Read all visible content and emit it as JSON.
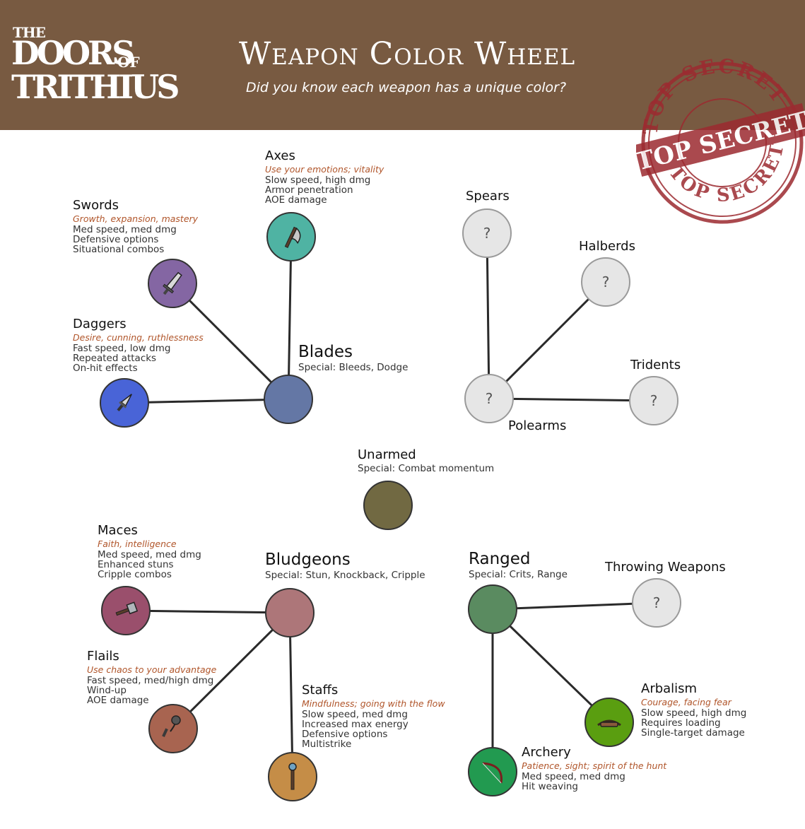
{
  "header": {
    "logo_the": "THE",
    "logo_doors": "DOORS",
    "logo_of": "OF",
    "logo_trithius": "TRITHIUS",
    "title": "Weapon Color Wheel",
    "subtitle": "Did you know each weapon has a unique color?",
    "stamp_text_top": "TOP SECRET",
    "stamp_text_band": "TOP SECRET",
    "stamp_text_bottom": "TOP SECRET"
  },
  "colors": {
    "header_bg": "#785a41",
    "tagline": "#b0552a",
    "stamp": "#9c2a30",
    "unknown_fill": "#e6e6e6",
    "blades": "#6477a5",
    "swords": "#8466a3",
    "axes": "#4fb3a3",
    "daggers": "#4964d7",
    "bludgeons": "#ad7679",
    "maces": "#9a4f6c",
    "flails": "#a86450",
    "staffs": "#c58d47",
    "ranged": "#5a8b60",
    "arbalism": "#5a9e10",
    "archery": "#229a50",
    "unarmed": "#716942"
  },
  "groups": {
    "blades": {
      "name": "Blades",
      "special": "Special: Bleeds, Dodge",
      "children": {
        "swords": {
          "name": "Swords",
          "tagline": "Growth, expansion, mastery",
          "lines": [
            "Med speed, med dmg",
            "Defensive options",
            "Situational combos"
          ],
          "icon": "sword-icon"
        },
        "axes": {
          "name": "Axes",
          "tagline": "Use your emotions; vitality",
          "lines": [
            "Slow speed, high dmg",
            "Armor penetration",
            "AOE damage"
          ],
          "icon": "axe-icon"
        },
        "daggers": {
          "name": "Daggers",
          "tagline": "Desire, cunning, ruthlessness",
          "lines": [
            "Fast speed, low dmg",
            "Repeated attacks",
            "On-hit effects"
          ],
          "icon": "dagger-icon"
        }
      }
    },
    "polearms": {
      "name": "Polearms",
      "symbol": "?",
      "children": {
        "spears": {
          "name": "Spears",
          "symbol": "?"
        },
        "halberds": {
          "name": "Halberds",
          "symbol": "?"
        },
        "tridents": {
          "name": "Tridents",
          "symbol": "?"
        }
      }
    },
    "unarmed": {
      "name": "Unarmed",
      "special": "Special: Combat momentum"
    },
    "bludgeons": {
      "name": "Bludgeons",
      "special": "Special: Stun, Knockback, Cripple",
      "children": {
        "maces": {
          "name": "Maces",
          "tagline": "Faith, intelligence",
          "lines": [
            "Med speed, med dmg",
            "Enhanced stuns",
            "Cripple combos"
          ],
          "icon": "mace-icon"
        },
        "flails": {
          "name": "Flails",
          "tagline": "Use chaos to your advantage",
          "lines": [
            "Fast speed, med/high dmg",
            "Wind-up",
            "AOE damage"
          ],
          "icon": "flail-icon"
        },
        "staffs": {
          "name": "Staffs",
          "tagline": "Mindfulness; going with the flow",
          "lines": [
            "Slow speed, med dmg",
            "Increased max energy",
            "Defensive options",
            "Multistrike"
          ],
          "icon": "staff-icon"
        }
      }
    },
    "ranged": {
      "name": "Ranged",
      "special": "Special: Crits, Range",
      "children": {
        "throwing": {
          "name": "Throwing Weapons",
          "symbol": "?"
        },
        "arbalism": {
          "name": "Arbalism",
          "tagline": "Courage, facing fear",
          "lines": [
            "Slow speed, high dmg",
            "Requires loading",
            "Single-target damage"
          ],
          "icon": "crossbow-icon"
        },
        "archery": {
          "name": "Archery",
          "tagline": "Patience, sight; spirit of the hunt",
          "lines": [
            "Med speed, med dmg",
            "Hit weaving"
          ],
          "icon": "bow-icon"
        }
      }
    }
  }
}
